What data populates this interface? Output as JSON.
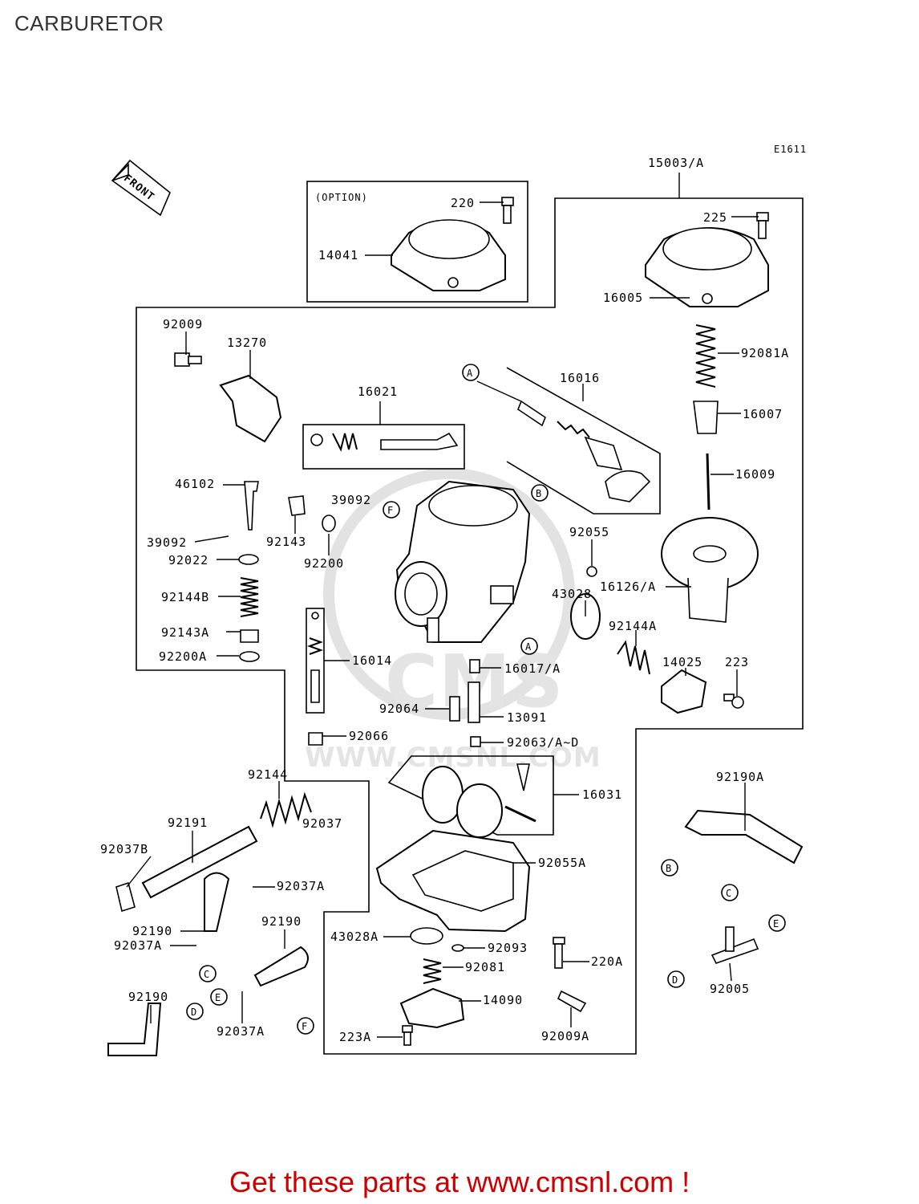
{
  "page": {
    "title": "CARBURETOR"
  },
  "figure": {
    "code": "E1611",
    "front_label": "FRONT",
    "option_label": "(OPTION)"
  },
  "labels": {
    "p15003A": "15003/A",
    "p220": "220",
    "p14041": "14041",
    "p225": "225",
    "p16005": "16005",
    "p92009": "92009",
    "p13270": "13270",
    "p92081A": "92081A",
    "p16016": "16016",
    "p16021": "16021",
    "p16007": "16007",
    "p16009": "16009",
    "p46102": "46102",
    "p39092a": "39092",
    "p39092b": "39092",
    "p92143": "92143",
    "p92022": "92022",
    "p92200": "92200",
    "p92055": "92055",
    "p92144B": "92144B",
    "p16126A": "16126/A",
    "p43028": "43028",
    "p92143A": "92143A",
    "p92144A": "92144A",
    "p14025": "14025",
    "p223": "223",
    "p92200A": "92200A",
    "p16014": "16014",
    "p16017A": "16017/A",
    "p92064": "92064",
    "p13091": "13091",
    "p92066": "92066",
    "p92063AD": "92063/A~D",
    "p92144": "92144",
    "p16031": "16031",
    "p92190A": "92190A",
    "p92037": "92037",
    "p92191": "92191",
    "p92037B": "92037B",
    "p92055A": "92055A",
    "p92037A_1": "92037A",
    "p92190_1": "92190",
    "p92190_2": "92190",
    "p43028A": "43028A",
    "p92093": "92093",
    "p92037A_2": "92037A",
    "p92081": "92081",
    "p220A": "220A",
    "p92005": "92005",
    "p92190_3": "92190",
    "p14090": "14090",
    "p92037A_3": "92037A",
    "p223A": "223A",
    "p92009A": "92009A"
  },
  "callouts": {
    "A": "A",
    "B": "B",
    "C": "C",
    "D": "D",
    "E": "E",
    "F": "F"
  },
  "watermark": {
    "brand": "CMS",
    "url": "WWW.CMSNL.COM"
  },
  "footer": {
    "cta": "Get these parts at www.cmsnl.com !",
    "cta_color": "#cc0000"
  }
}
